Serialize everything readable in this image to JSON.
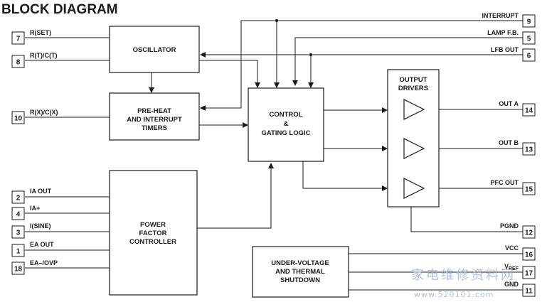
{
  "title": "BLOCK DIAGRAM",
  "blocks": {
    "oscillator": [
      "OSCILLATOR"
    ],
    "preheat": [
      "PRE-HEAT",
      "AND INTERRUPT",
      "TIMERS"
    ],
    "control": [
      "CONTROL",
      "&",
      "GATING LOGIC"
    ],
    "output_drivers": [
      "OUTPUT",
      "DRIVERS"
    ],
    "pfc": [
      "POWER",
      "FACTOR",
      "CONTROLLER"
    ],
    "uvlo": [
      "UNDER-VOLTAGE",
      "AND THERMAL",
      "SHUTDOWN"
    ]
  },
  "pins_left": [
    {
      "num": "7",
      "label": "R(SET)"
    },
    {
      "num": "8",
      "label": "R(T)/C(T)"
    },
    {
      "num": "10",
      "label": "R(X)/C(X)"
    },
    {
      "num": "2",
      "label": "IA OUT"
    },
    {
      "num": "4",
      "label": "IA+"
    },
    {
      "num": "3",
      "label": "I(SINE)"
    },
    {
      "num": "1",
      "label": "EA OUT"
    },
    {
      "num": "18",
      "label": "EA–/OVP"
    }
  ],
  "pins_right": [
    {
      "num": "9",
      "label": "INTERRUPT"
    },
    {
      "num": "5",
      "label": "LAMP F.B."
    },
    {
      "num": "6",
      "label": "LFB OUT"
    },
    {
      "num": "14",
      "label": "OUT A"
    },
    {
      "num": "13",
      "label": "OUT B"
    },
    {
      "num": "15",
      "label": "PFC OUT"
    },
    {
      "num": "12",
      "label": "PGND"
    },
    {
      "num": "16",
      "label": "VCC"
    },
    {
      "num": "17",
      "label": "V",
      "sub": "REF"
    },
    {
      "num": "11",
      "label": "GND"
    }
  ],
  "watermark": {
    "text": "家电维修资料网",
    "url": "www.520101.com"
  }
}
